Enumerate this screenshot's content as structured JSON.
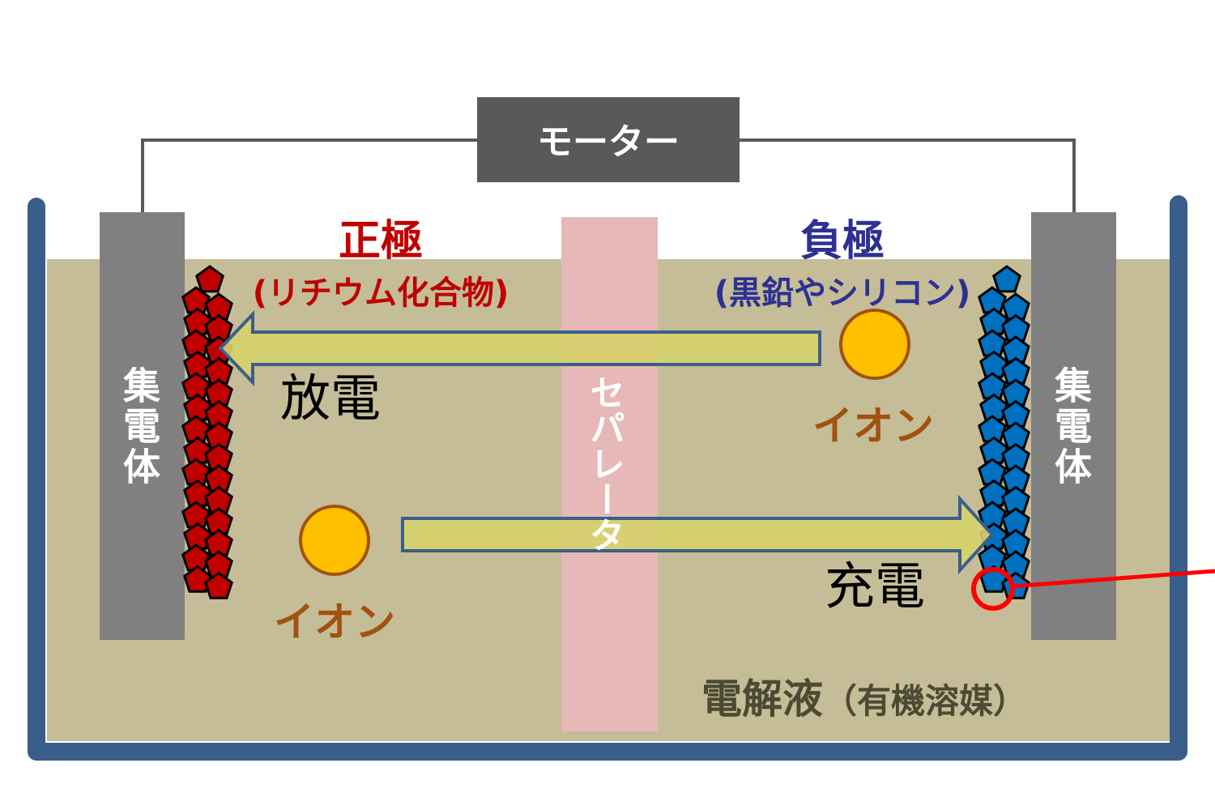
{
  "motor": {
    "label": "モーター"
  },
  "positive": {
    "title": "正極",
    "material": "(リチウム化合物)"
  },
  "negative": {
    "title": "負極",
    "material": "(黒鉛やシリコン)"
  },
  "collector_left": {
    "label": "集電体"
  },
  "collector_right": {
    "label": "集電体"
  },
  "separator": {
    "label": "セパレータ"
  },
  "discharge": {
    "label": "放電"
  },
  "charge": {
    "label": "充電"
  },
  "ion_top": {
    "label": "イオン"
  },
  "ion_bottom": {
    "label": "イオン"
  },
  "electrolyte": {
    "label": "電解液",
    "solvent": "（有機溶媒）"
  },
  "colors": {
    "positive": "#c00000",
    "negative": "#0070c0",
    "tank": "#3a5e8a",
    "electrolyte": "#c4bd97",
    "ion": "#ffc000",
    "arrow": "#d6d26a"
  }
}
